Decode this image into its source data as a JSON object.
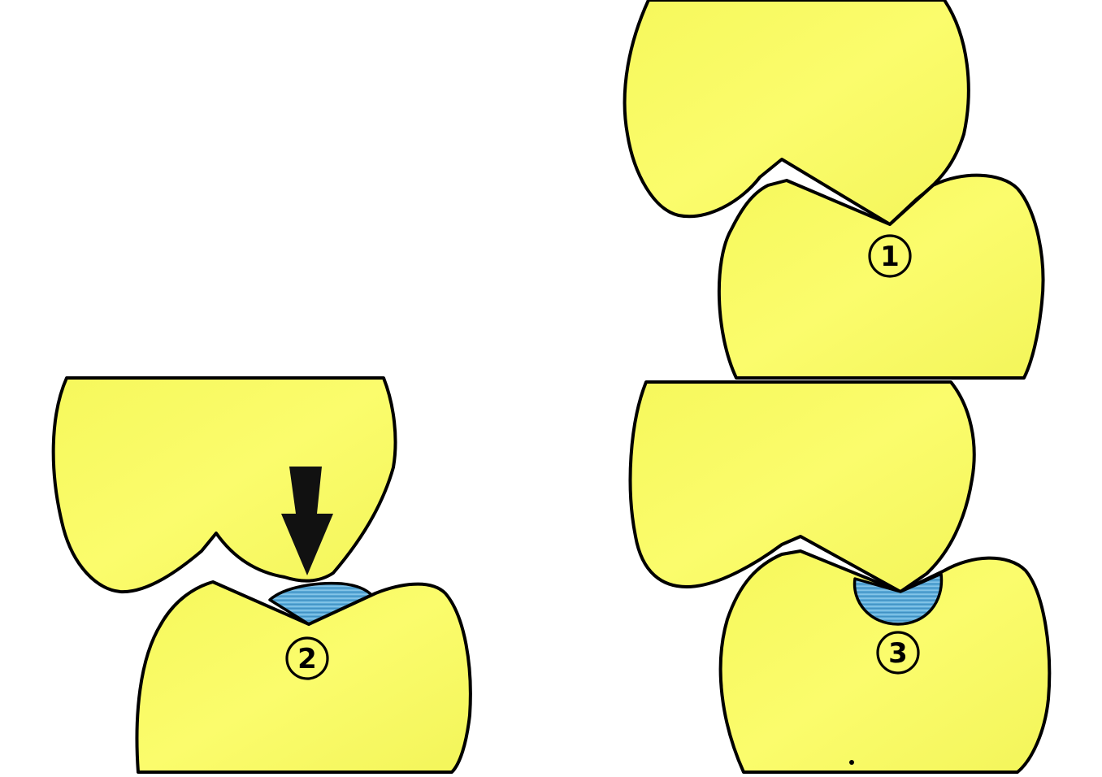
{
  "labels": {
    "panel_1": "1",
    "panel_2": "2",
    "panel_3": "3"
  },
  "colors": {
    "background": "#ffffff",
    "tooth_fill": "#fafc6a",
    "filling_fill": "#5aaad8",
    "outline": "#000000"
  }
}
